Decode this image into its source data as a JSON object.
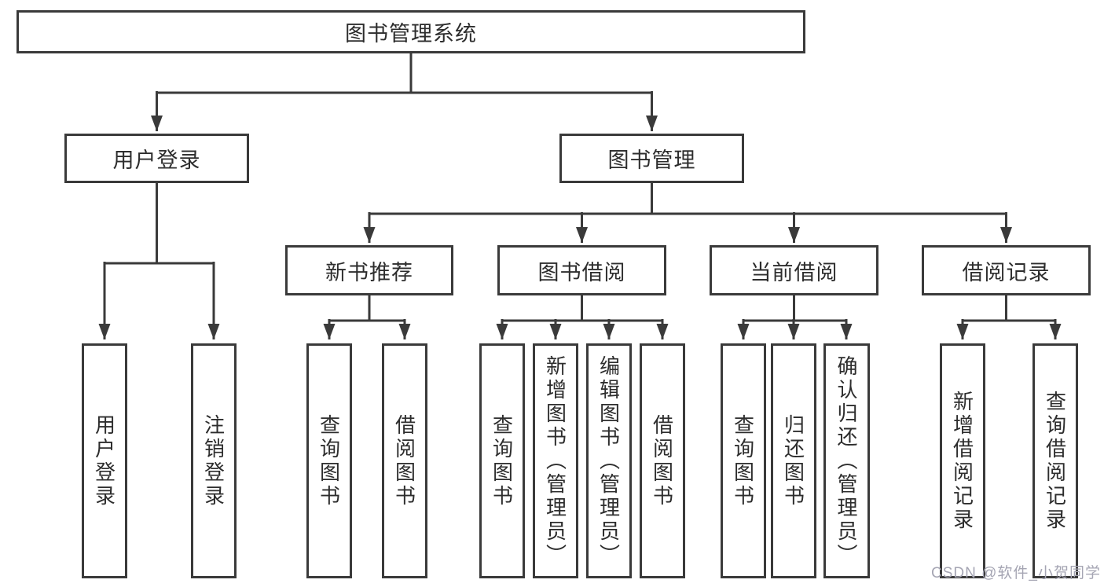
{
  "diagram_title": "图书管理系统",
  "tree": {
    "root": {
      "label": "图书管理系统",
      "children": [
        {
          "label": "用户登录",
          "children": [
            {
              "label": "用户登录"
            },
            {
              "label": "注销登录"
            }
          ]
        },
        {
          "label": "图书管理",
          "children": [
            {
              "label": "新书推荐",
              "children": [
                {
                  "label": "查询图书"
                },
                {
                  "label": "借阅图书"
                }
              ]
            },
            {
              "label": "图书借阅",
              "children": [
                {
                  "label": "查询图书"
                },
                {
                  "label": "新增图书（管理员）"
                },
                {
                  "label": "编辑图书（管理员）"
                },
                {
                  "label": "借阅图书"
                }
              ]
            },
            {
              "label": "当前借阅",
              "children": [
                {
                  "label": "查询图书"
                },
                {
                  "label": "归还图书"
                },
                {
                  "label": "确认归还（管理员）"
                }
              ]
            },
            {
              "label": "借阅记录",
              "children": [
                {
                  "label": "新增借阅记录"
                },
                {
                  "label": "查询借阅记录"
                }
              ]
            }
          ]
        }
      ]
    }
  },
  "watermark": "CSDN @软件_小贺同学",
  "colors": {
    "line": "#3a3a3a",
    "text": "#2d2d2d",
    "watermark": "#a5a5b3",
    "background": "#ffffff"
  }
}
